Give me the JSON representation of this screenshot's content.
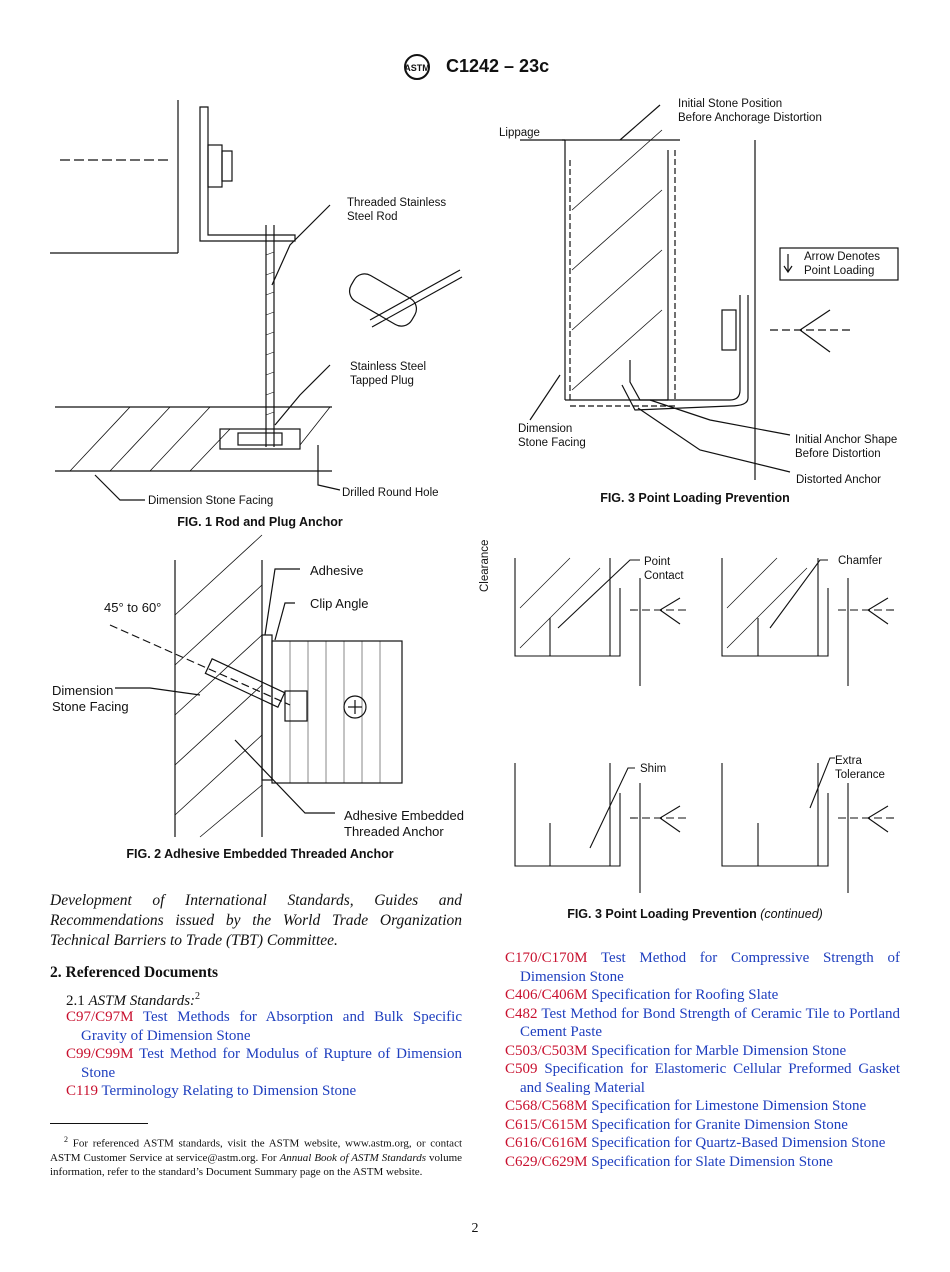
{
  "header": {
    "logo_text": "ASTM",
    "designation": "C1242 – 23c"
  },
  "fig1": {
    "caption": "FIG. 1 Rod and Plug Anchor",
    "labels": {
      "rod": "Threaded Stainless\nSteel Rod",
      "plug": "Stainless Steel\nTapped Plug",
      "facing": "Dimension Stone Facing",
      "hole": "Drilled Round Hole"
    }
  },
  "fig2": {
    "caption": "FIG. 2 Adhesive Embedded Threaded Anchor",
    "labels": {
      "adhesive": "Adhesive",
      "clip": "Clip Angle",
      "angle": "45° to 60°",
      "facing": "Dimension\nStone Facing",
      "anchor": "Adhesive Embedded\nThreaded Anchor"
    }
  },
  "fig3a": {
    "caption": "FIG. 3 Point Loading Prevention",
    "labels": {
      "initial": "Initial Stone Position\nBefore Anchorage Distortion",
      "lippage": "Lippage",
      "arrow": "Arrow Denotes\nPoint Loading",
      "facing": "Dimension\nStone Facing",
      "shape": "Initial Anchor Shape\nBefore Distortion",
      "distorted": "Distorted Anchor"
    }
  },
  "fig3b": {
    "caption_main": "FIG. 3 Point Loading Prevention",
    "caption_cont": "(continued)",
    "labels": {
      "clearance": "Clearance",
      "point": "Point\nContact",
      "chamfer": "Chamfer",
      "shim": "Shim",
      "extra": "Extra\nTolerance"
    }
  },
  "intro_paragraph": "Development of International Standards, Guides and Recommendations issued by the World Trade Organization Technical Barriers to Trade (TBT) Committee.",
  "section": {
    "heading": "2. Referenced Documents",
    "sub": "2.1",
    "sub_title": "ASTM Standards:",
    "sub_sup": "2"
  },
  "refs_left": [
    {
      "code": "C97/C97M",
      "title": "Test Methods for Absorption and Bulk Specific Gravity of Dimension Stone"
    },
    {
      "code": "C99/C99M",
      "title": "Test Method for Modulus of Rupture of Dimension Stone"
    },
    {
      "code": "C119",
      "title": "Terminology Relating to Dimension Stone"
    }
  ],
  "refs_right": [
    {
      "code": "C170/C170M",
      "title": "Test Method for Compressive Strength of Dimension Stone"
    },
    {
      "code": "C406/C406M",
      "title": "Specification for Roofing Slate"
    },
    {
      "code": "C482",
      "title": "Test Method for Bond Strength of Ceramic Tile to Portland Cement Paste"
    },
    {
      "code": "C503/C503M",
      "title": "Specification for Marble Dimension Stone"
    },
    {
      "code": "C509",
      "title": "Specification for Elastomeric Cellular Preformed Gasket and Sealing Material"
    },
    {
      "code": "C568/C568M",
      "title": "Specification for Limestone Dimension Stone"
    },
    {
      "code": "C615/C615M",
      "title": "Specification for Granite Dimension Stone"
    },
    {
      "code": "C616/C616M",
      "title": "Specification for Quartz-Based Dimension Stone"
    },
    {
      "code": "C629/C629M",
      "title": "Specification for Slate Dimension Stone"
    }
  ],
  "footnote": {
    "mark": "2",
    "text_a": "For referenced ASTM standards, visit the ASTM website, www.astm.org, or contact ASTM Customer Service at service@astm.org. For ",
    "text_i": "Annual Book of ASTM Standards",
    "text_b": " volume information, refer to the standard’s Document Summary page on the ASTM website."
  },
  "page_number": "2"
}
